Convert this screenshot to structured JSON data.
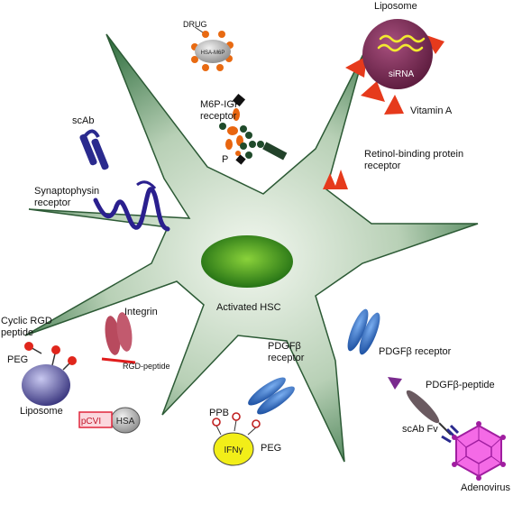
{
  "cell": {
    "label": "Activated HSC",
    "body_color": "#9fbfa0",
    "nucleus_color": "#3f9a1c"
  },
  "drug_conjugate": {
    "drug_label": "DRUG",
    "carrier_label": "HSA-M6P"
  },
  "liposome_sirna": {
    "title": "Liposome",
    "cargo_label": "siRNA",
    "ligand_label": "Vitamin A"
  },
  "m6p_receptor": {
    "label": "M6P-IGF\nreceptor",
    "phosphate_label": "P"
  },
  "scab": {
    "label": "scAb"
  },
  "rbp_receptor": {
    "label": "Retinol-binding protein\nreceptor"
  },
  "synaptophysin": {
    "label": "Synaptophysin\nreceptor"
  },
  "integrin": {
    "label": "Integrin",
    "peptide_label": "RGD-peptide"
  },
  "rgd_liposome": {
    "ligand_label": "Cyclic RGD\npeptide",
    "peg_label": "PEG",
    "carrier_label": "Liposome"
  },
  "pdgf_receptor_right": {
    "label": "PDGFβ receptor"
  },
  "pdgf_receptor_bottom": {
    "label": "PDGFβ\nreceptor"
  },
  "pcvi_conjugate": {
    "peptide_label": "pCVI",
    "carrier_label": "HSA"
  },
  "ifn_conjugate": {
    "ppb_label": "PPB",
    "cargo_label": "IFNγ",
    "peg_label": "PEG"
  },
  "adenovirus_construct": {
    "peptide_label": "PDGFβ-peptide",
    "antibody_label": "scAb Fv",
    "virus_label": "Adenovirus"
  }
}
